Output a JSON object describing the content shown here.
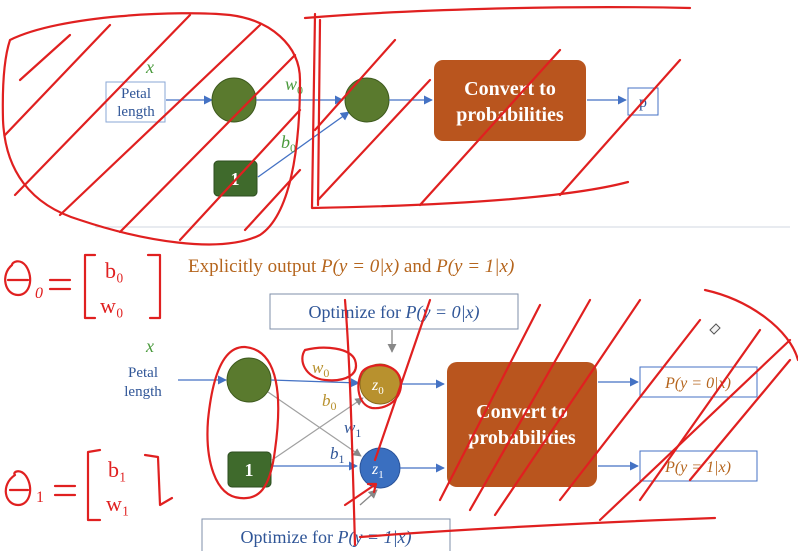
{
  "top_diagram": {
    "input_var": "x",
    "input_label_line1": "Petal",
    "input_label_line2": "length",
    "bias_node": "1",
    "weight_w": "w",
    "weight_sub": "0",
    "bias_b": "b",
    "bias_sub": "0",
    "convert_line1": "Convert to",
    "convert_line2": "probabilities",
    "output": "p"
  },
  "caption": {
    "prefix": "Explicitly output ",
    "expr0": "P(y = 0|x)",
    "middle": " and ",
    "expr1": "P(y = 1|x)"
  },
  "bottom_diagram": {
    "optimize0_prefix": "Optimize for ",
    "optimize0_expr": "P(y = 0|x)",
    "optimize1_prefix": "Optimize for ",
    "optimize1_expr": "P(y = 1|x)",
    "input_var": "x",
    "input_label_line1": "Petal",
    "input_label_line2": "length",
    "bias_node": "1",
    "w0": "w",
    "w0_sub": "0",
    "b0": "b",
    "b0_sub": "0",
    "w1": "w",
    "w1_sub": "1",
    "b1": "b",
    "b1_sub": "1",
    "z0": "z",
    "z0_sub": "0",
    "z1": "z",
    "z1_sub": "1",
    "convert_line1": "Convert to",
    "convert_line2": "probabilities",
    "out0": "P(y = 0|x)",
    "out1": "P(y = 1|x)"
  },
  "colors": {
    "green_node": "#5a7a2e",
    "dark_green_box": "#3f6a2c",
    "orange_box": "#b9551e",
    "blue_line": "#4472c4",
    "blue_node": "#3a6fc0",
    "gold_node": "#b8912e",
    "green_text": "#4a9a3c",
    "orange_text": "#b5651d",
    "annotation_red": "#e02020"
  }
}
